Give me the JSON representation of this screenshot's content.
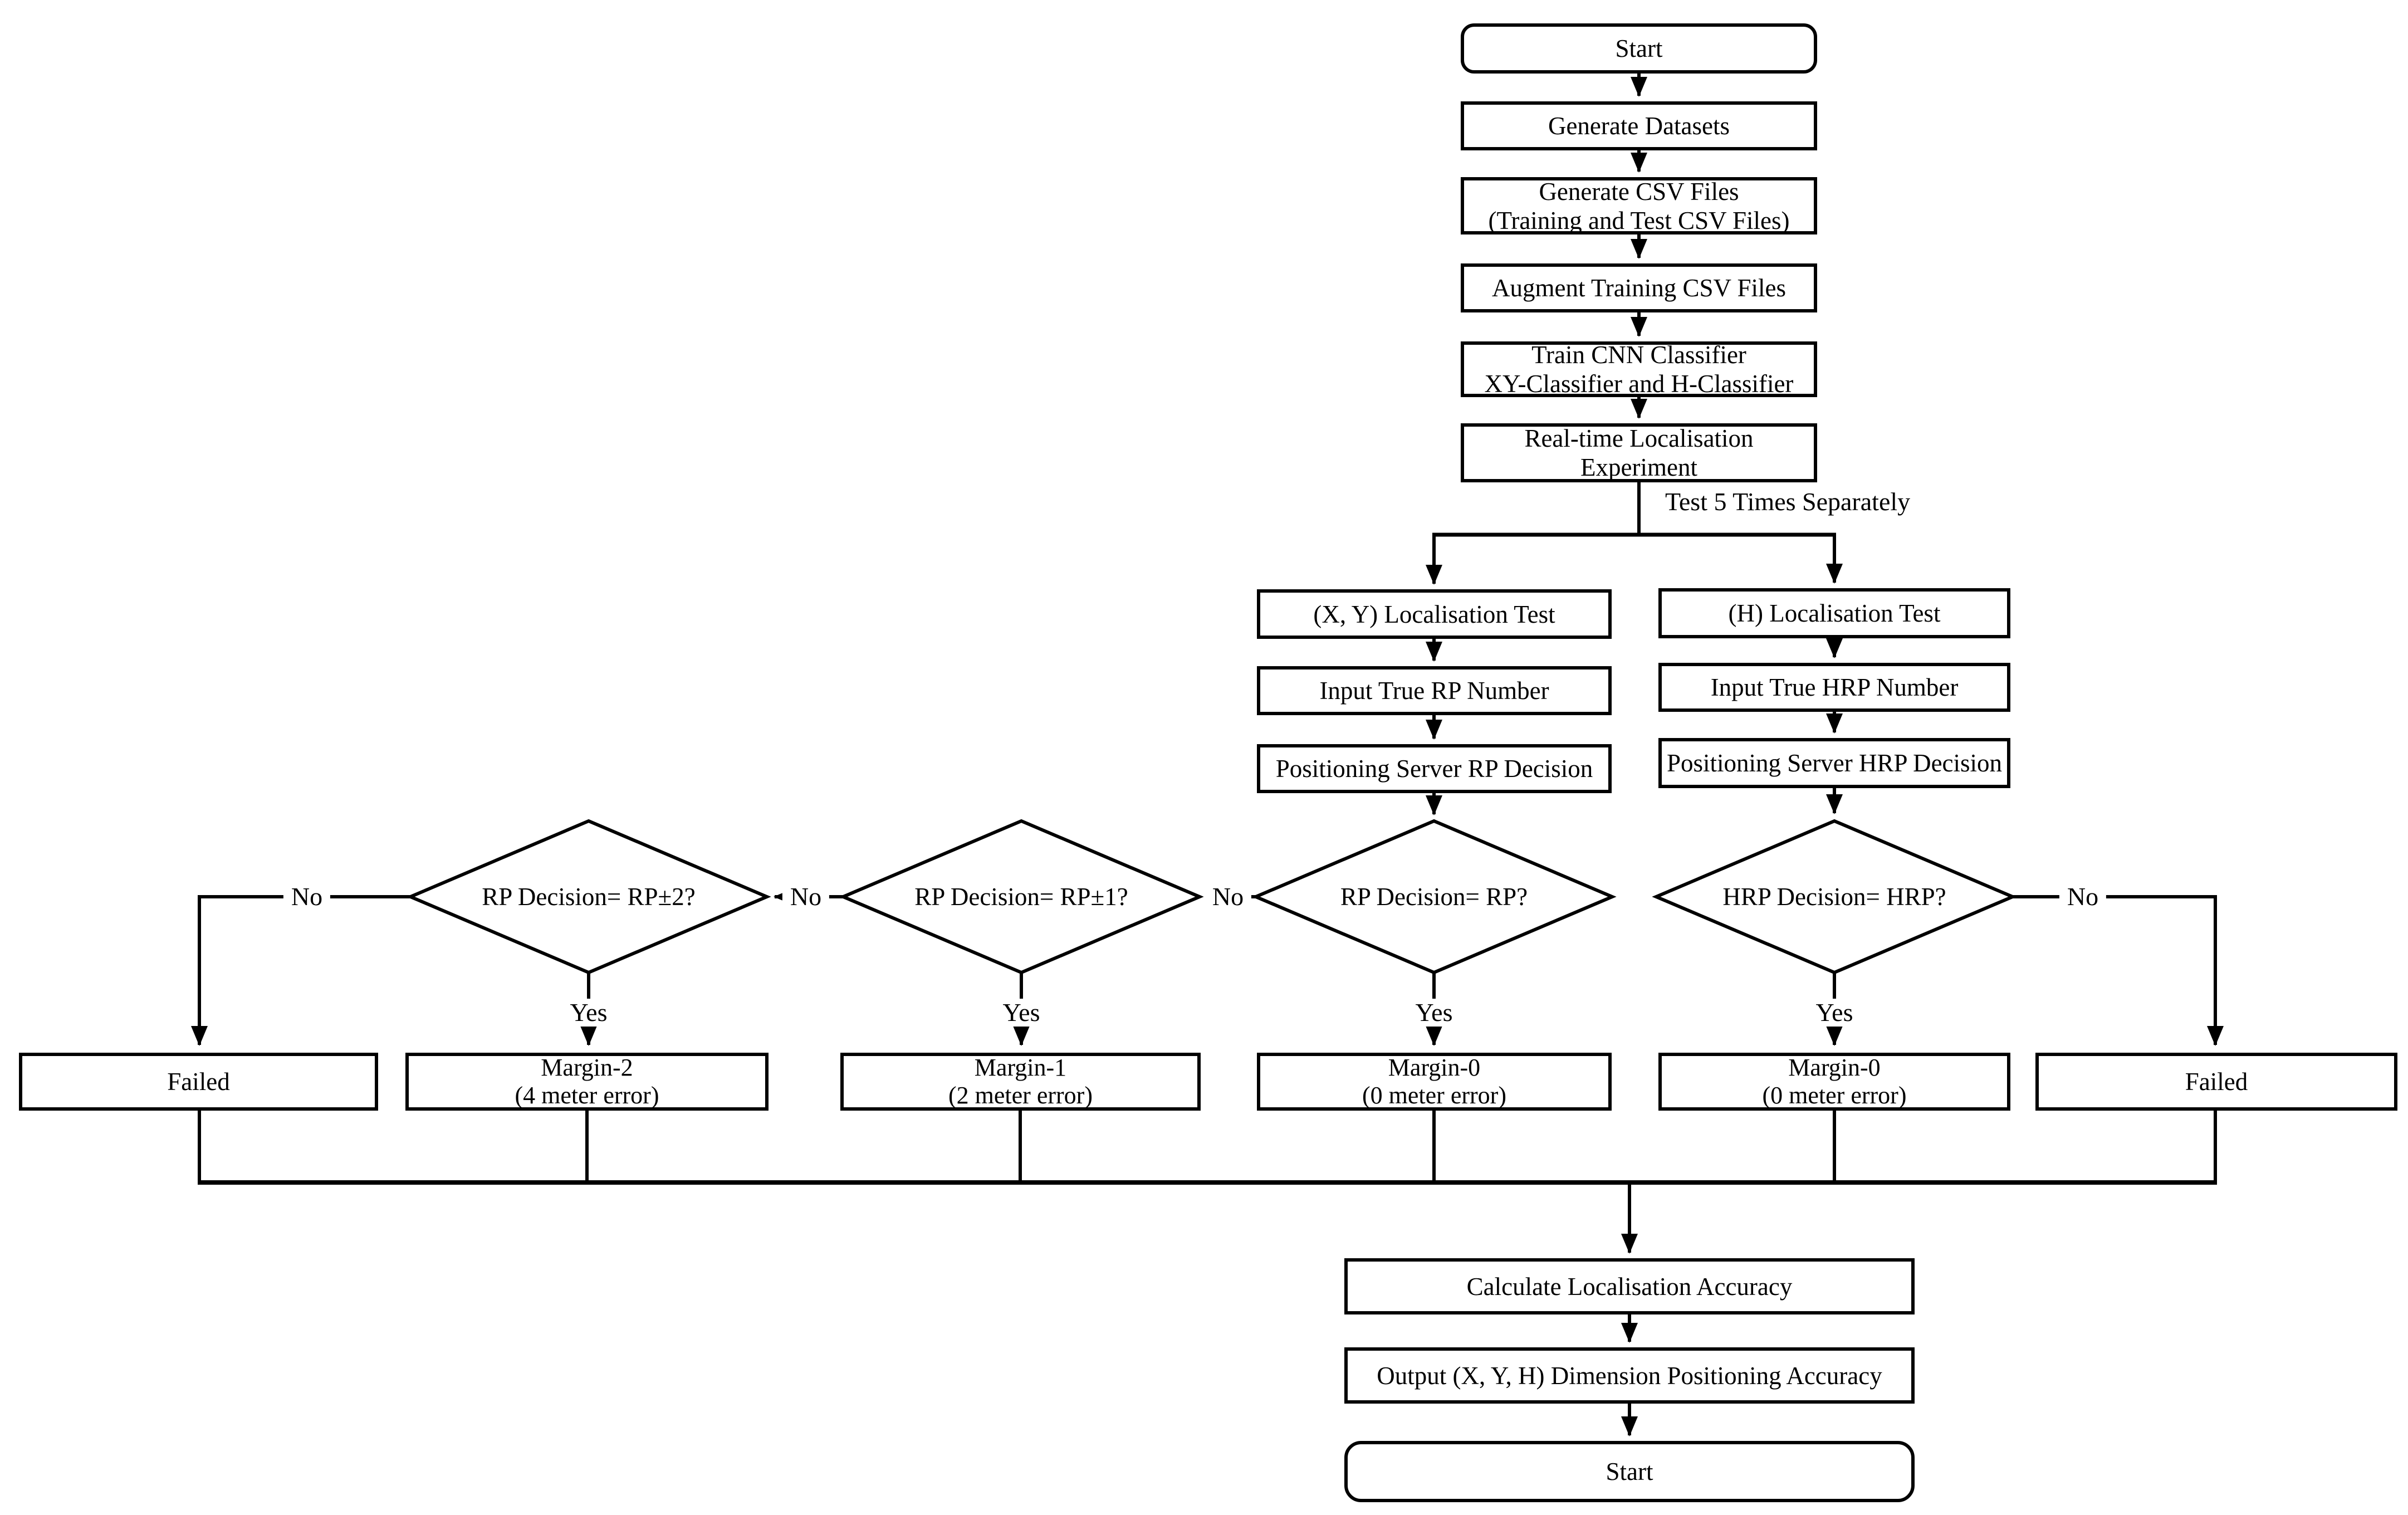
{
  "colors": {
    "ink": "#000000",
    "paper": "#ffffff"
  },
  "labels": {
    "yes": "Yes",
    "no": "No",
    "branch_note": "Test 5 Times Separately"
  },
  "nodes": {
    "start_top": {
      "type": "terminator",
      "lines": [
        "Start"
      ]
    },
    "generate_datasets": {
      "type": "process",
      "lines": [
        "Generate Datasets"
      ]
    },
    "generate_csv": {
      "type": "process",
      "lines": [
        "Generate CSV Files",
        "(Training and Test CSV Files)"
      ]
    },
    "augment_training": {
      "type": "process",
      "lines": [
        "Augment Training CSV Files"
      ]
    },
    "train_cnn": {
      "type": "process",
      "lines": [
        "Train CNN Classifier",
        "XY-Classifier and H-Classifier"
      ]
    },
    "realtime_experiment": {
      "type": "process",
      "lines": [
        "Real-time Localisation",
        "Experiment"
      ]
    },
    "xy_test": {
      "type": "process",
      "lines": [
        "(X, Y) Localisation Test"
      ]
    },
    "h_test": {
      "type": "process",
      "lines": [
        "(H) Localisation Test"
      ]
    },
    "input_rp": {
      "type": "process",
      "lines": [
        "Input True RP Number"
      ]
    },
    "input_hrp": {
      "type": "process",
      "lines": [
        "Input True HRP Number"
      ]
    },
    "server_rp": {
      "type": "process",
      "lines": [
        "Positioning Server RP Decision"
      ]
    },
    "server_hrp": {
      "type": "process",
      "lines": [
        "Positioning Server HRP Decision"
      ]
    },
    "dec_rp2": {
      "type": "decision",
      "lines": [
        "RP Decision=",
        "RP±2?"
      ]
    },
    "dec_rp1": {
      "type": "decision",
      "lines": [
        "RP Decision=",
        "RP±1?"
      ]
    },
    "dec_rp": {
      "type": "decision",
      "lines": [
        "RP Decision=",
        "RP?"
      ]
    },
    "dec_hrp": {
      "type": "decision",
      "lines": [
        "HRP Decision=",
        "HRP?"
      ]
    },
    "failed_left": {
      "type": "process",
      "lines": [
        "Failed"
      ]
    },
    "margin_2": {
      "type": "process",
      "lines": [
        "Margin-2",
        "(4 meter error)"
      ]
    },
    "margin_1": {
      "type": "process",
      "lines": [
        "Margin-1",
        "(2 meter error)"
      ]
    },
    "margin_0_xy": {
      "type": "process",
      "lines": [
        "Margin-0",
        "(0 meter error)"
      ]
    },
    "margin_0_h": {
      "type": "process",
      "lines": [
        "Margin-0",
        "(0 meter error)"
      ]
    },
    "failed_right": {
      "type": "process",
      "lines": [
        "Failed"
      ]
    },
    "calc_accuracy": {
      "type": "process",
      "lines": [
        "Calculate Localisation Accuracy"
      ]
    },
    "output_accuracy": {
      "type": "process",
      "lines": [
        "Output (X, Y, H) Dimension Positioning Accuracy"
      ]
    },
    "start_bottom": {
      "type": "terminator",
      "lines": [
        "Start"
      ]
    }
  }
}
